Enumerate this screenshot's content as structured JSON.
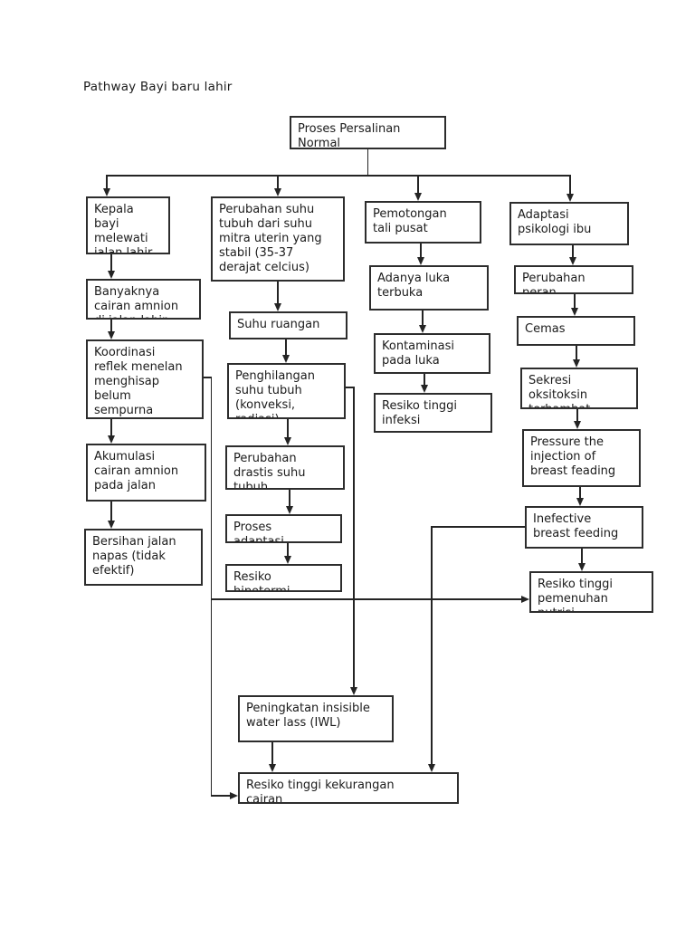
{
  "title": "Pathway Bayi baru lahir",
  "colors": {
    "ink": "#242424",
    "box_border": "#2d2d2d",
    "background": "#ffffff"
  },
  "nodes": {
    "root": "Proses Persalinan\nNormal",
    "c1_1": "Kepala\nbayi\nmelewati\njalan lahir",
    "c1_2": "Banyaknya\ncairan amnion\ndi jalan lahir",
    "c1_3": "Koordinasi\nreflek menelan\nmenghisap\nbelum\nsempurna",
    "c1_4": "Akumulasi\ncairan amnion\npada jalan",
    "c1_5": "Bersihan jalan\nnapas (tidak\nefektif)",
    "c2_1": "Perubahan suhu\ntubuh dari suhu\nmitra uterin yang\nstabil (35-37\nderajat celcius)",
    "c2_2": "Suhu ruangan",
    "c2_3": "Penghilangan\nsuhu tubuh\n(konveksi,\nradiasi)",
    "c2_4": "Perubahan\ndrastis suhu\ntubuh",
    "c2_5": "Proses\nadaptasi",
    "c2_6": "Resiko\nhipotermi",
    "c3_1": "Pemotongan\ntali pusat",
    "c3_2": "Adanya luka\nterbuka",
    "c3_3": "Kontaminasi\npada luka",
    "c3_4": "Resiko tinggi\ninfeksi",
    "c4_1": "Adaptasi\npsikologi ibu",
    "c4_2": "Perubahan\nperan",
    "c4_3": "Cemas",
    "c4_4": "Sekresi\noksitoksin\nterhambat",
    "c4_5": "Pressure the\ninjection of\nbreast feading",
    "c4_6": "Inefective\nbreast feeding",
    "c4_7": "Resiko tinggi\npemenuhan\nnutrisi",
    "b_1": "Peningkatan insisible\nwater lass (IWL)",
    "b_2": "Resiko tinggi kekurangan\ncairan"
  },
  "edges": [
    {
      "from": "root",
      "to": "c1_1"
    },
    {
      "from": "root",
      "to": "c2_1"
    },
    {
      "from": "root",
      "to": "c3_1"
    },
    {
      "from": "root",
      "to": "c4_1"
    },
    {
      "from": "c1_1",
      "to": "c1_2"
    },
    {
      "from": "c1_2",
      "to": "c1_3"
    },
    {
      "from": "c1_3",
      "to": "c1_4"
    },
    {
      "from": "c1_4",
      "to": "c1_5"
    },
    {
      "from": "c2_1",
      "to": "c2_2"
    },
    {
      "from": "c2_2",
      "to": "c2_3"
    },
    {
      "from": "c2_3",
      "to": "c2_4"
    },
    {
      "from": "c2_4",
      "to": "c2_5"
    },
    {
      "from": "c2_5",
      "to": "c2_6"
    },
    {
      "from": "c3_1",
      "to": "c3_2"
    },
    {
      "from": "c3_2",
      "to": "c3_3"
    },
    {
      "from": "c3_3",
      "to": "c3_4"
    },
    {
      "from": "c4_1",
      "to": "c4_2"
    },
    {
      "from": "c4_2",
      "to": "c4_3"
    },
    {
      "from": "c4_3",
      "to": "c4_4"
    },
    {
      "from": "c4_4",
      "to": "c4_5"
    },
    {
      "from": "c4_5",
      "to": "c4_6"
    },
    {
      "from": "c4_6",
      "to": "c4_7"
    },
    {
      "from": "c1_3",
      "to": "c4_7"
    },
    {
      "from": "c1_3",
      "to": "b_2"
    },
    {
      "from": "c2_3",
      "to": "b_1"
    },
    {
      "from": "b_1",
      "to": "b_2"
    },
    {
      "from": "c4_6",
      "to": "b_2"
    }
  ]
}
